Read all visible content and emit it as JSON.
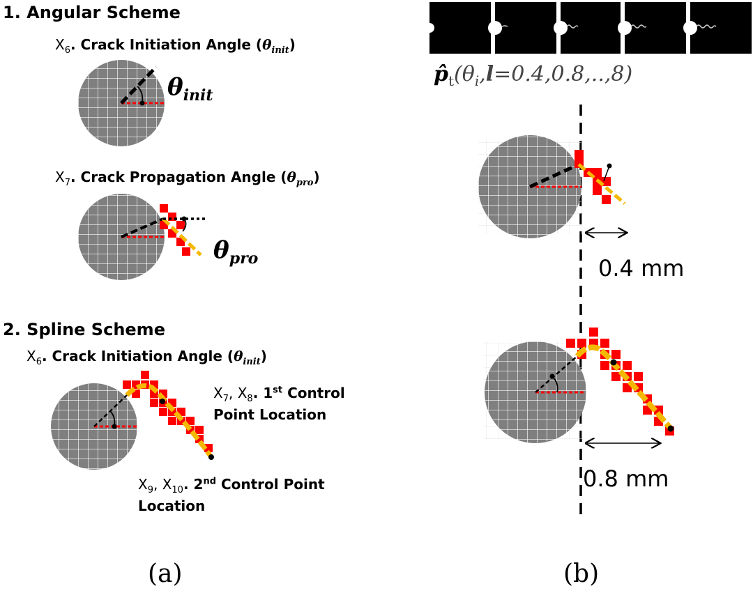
{
  "panel_a": {
    "angular": {
      "heading": "1. Angular Scheme",
      "init_var": "X",
      "init_sub": "6",
      "init_text": ". Crack Initiation Angle (",
      "init_theta": "θ",
      "init_theta_sub": "init",
      "init_close": ")",
      "init_big_theta": "θ",
      "init_big_sub": "init",
      "pro_var": "X",
      "pro_sub": "7",
      "pro_text": ". Crack Propagation Angle (",
      "pro_theta": "θ",
      "pro_theta_sub": "pro",
      "pro_close": ")",
      "pro_big_theta": "θ",
      "pro_big_sub": "pro"
    },
    "spline": {
      "heading": "2. Spline Scheme",
      "init_var": "X",
      "init_sub": "6",
      "init_text": ". Crack Initiation Angle (",
      "init_theta": "θ",
      "init_theta_sub": "init",
      "init_close": ")",
      "cp1_vars": "X",
      "cp1_sub_a": "7",
      "cp1_mid": ", X",
      "cp1_sub_b": "8",
      "cp1_dot": ". ",
      "cp1_num": "1",
      "cp1_sup": "st",
      "cp1_text": " Control",
      "cp1_line2": "Point Location",
      "cp2_vars": "X",
      "cp2_sub_a": "9",
      "cp2_mid": ", X",
      "cp2_sub_b": "10",
      "cp2_dot": ". ",
      "cp2_num": "2",
      "cp2_sup": "nd",
      "cp2_text": " Control Point",
      "cp2_line2": "Location"
    },
    "caption": "(a)"
  },
  "panel_b": {
    "formula_p": "p̂",
    "formula_t": "t",
    "formula_open": "(",
    "formula_theta": "θ",
    "formula_i": "i",
    "formula_comma": ",",
    "formula_l": "l",
    "formula_values": "=0.4,0.8,..,8)",
    "dist_1": "0.4 mm",
    "dist_2": "0.8 mm",
    "caption": "(b)"
  },
  "colors": {
    "disk": "#7f7f7f",
    "grid": "#ffffff",
    "crack_pixel": "#ff0000",
    "crack_path": "#f5b800",
    "guide": "#000000"
  }
}
